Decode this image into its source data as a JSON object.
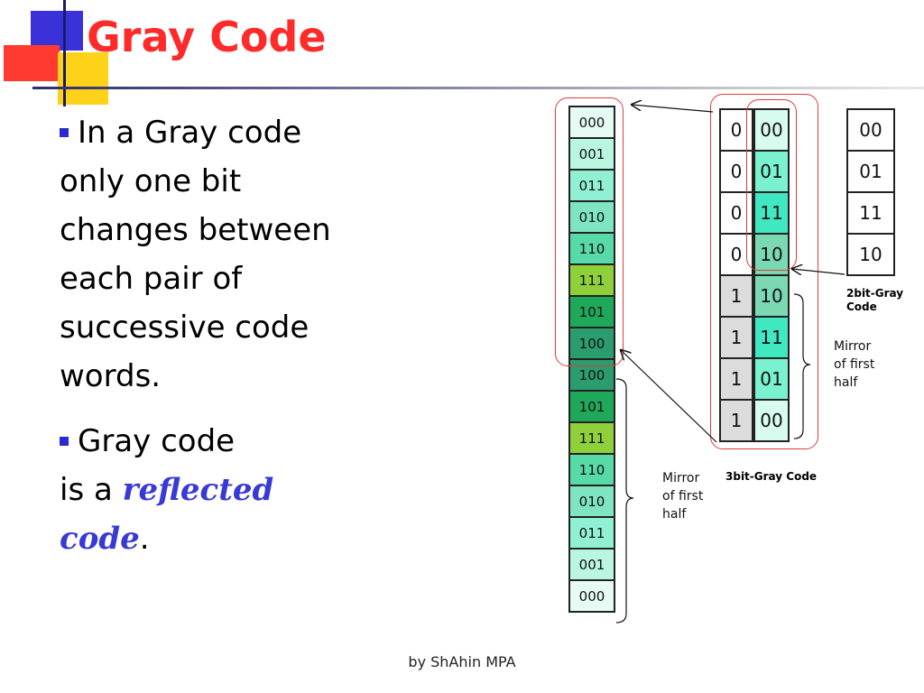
{
  "title": "Gray Code",
  "bullets": {
    "b1_l1": "In a Gray code",
    "b1_l2": "only one bit",
    "b1_l3": "changes between",
    "b1_l4": "each pair of",
    "b1_l5": "successive code",
    "b1_l6": "words.",
    "b2_l1": "Gray code",
    "b2_l2": "is a",
    "b2_emph1": "reflected",
    "b2_emph2": "code",
    "b2_end": "."
  },
  "three_bit": {
    "rows": [
      "000",
      "001",
      "011",
      "010",
      "110",
      "111",
      "101",
      "100",
      "100",
      "101",
      "111",
      "110",
      "010",
      "011",
      "001",
      "000"
    ],
    "colors": [
      "#e6fbf3",
      "#b9f5e1",
      "#8ff0d4",
      "#7ee4c1",
      "#57d9a8",
      "#8fcf3a",
      "#1ea85a",
      "#2b9c6e",
      "#2b9c6e",
      "#1ea85a",
      "#8fcf3a",
      "#57d9a8",
      "#7ee4c1",
      "#8ff0d4",
      "#b9f5e1",
      "#e6fbf3"
    ]
  },
  "prefix_col": {
    "rows": [
      "0",
      "0",
      "0",
      "0",
      "1",
      "1",
      "1",
      "1"
    ],
    "colors": [
      "#ffffff",
      "#ffffff",
      "#ffffff",
      "#ffffff",
      "#dcdcdc",
      "#dcdcdc",
      "#dcdcdc",
      "#dcdcdc"
    ]
  },
  "suffix_col": {
    "rows": [
      "00",
      "01",
      "11",
      "10",
      "10",
      "11",
      "01",
      "00"
    ],
    "colors": [
      "#d8fbef",
      "#7af2cf",
      "#3fe8c1",
      "#7ad8b3",
      "#7ad8b3",
      "#3fe8c1",
      "#7af2cf",
      "#d8fbef"
    ]
  },
  "two_bit": {
    "rows": [
      "00",
      "01",
      "11",
      "10"
    ]
  },
  "labels": {
    "two_bit_title_l1": "2bit-Gray",
    "two_bit_title_l2": "Code",
    "mirror_right_l1": "Mirror",
    "mirror_right_l2": "of first",
    "mirror_right_l3": "half",
    "mirror_left_l1": "Mirror",
    "mirror_left_l2": "of first",
    "mirror_left_l3": "half",
    "three_bit_title": "3bit-Gray Code"
  },
  "footer": "by ShAhin MPA"
}
